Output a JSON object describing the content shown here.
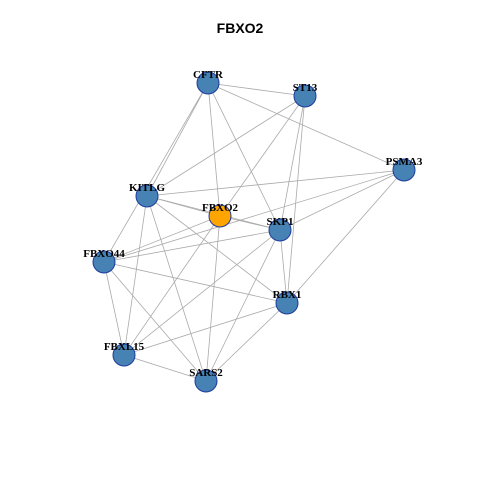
{
  "title": "FBXO2",
  "colors": {
    "node_fill": "#4682B4",
    "node_stroke": "#1E3A9E",
    "center_fill": "#FFA500",
    "edge": "#AAAAAA"
  },
  "nodes": [
    {
      "id": "CFTR",
      "label": "CFTR",
      "center": false
    },
    {
      "id": "ST13",
      "label": "ST13",
      "center": false
    },
    {
      "id": "PSMA3",
      "label": "PSMA3",
      "center": false
    },
    {
      "id": "KITLG",
      "label": "KITLG",
      "center": false
    },
    {
      "id": "FBXO2",
      "label": "FBXO2",
      "center": true
    },
    {
      "id": "SKP1",
      "label": "SKP1",
      "center": false
    },
    {
      "id": "FBXO44",
      "label": "FBXO44",
      "center": false
    },
    {
      "id": "RBX1",
      "label": "RBX1",
      "center": false
    },
    {
      "id": "FBXL15",
      "label": "FBXL15",
      "center": false
    },
    {
      "id": "SARS2",
      "label": "SARS2",
      "center": false
    }
  ],
  "edges": [
    [
      "CFTR",
      "ST13"
    ],
    [
      "CFTR",
      "PSMA3"
    ],
    [
      "CFTR",
      "KITLG"
    ],
    [
      "CFTR",
      "FBXO2"
    ],
    [
      "CFTR",
      "SKP1"
    ],
    [
      "CFTR",
      "FBXO44"
    ],
    [
      "ST13",
      "KITLG"
    ],
    [
      "ST13",
      "FBXO2"
    ],
    [
      "ST13",
      "SKP1"
    ],
    [
      "ST13",
      "RBX1"
    ],
    [
      "PSMA3",
      "KITLG"
    ],
    [
      "PSMA3",
      "SKP1"
    ],
    [
      "PSMA3",
      "RBX1"
    ],
    [
      "PSMA3",
      "FBXO44"
    ],
    [
      "KITLG",
      "FBXO2"
    ],
    [
      "KITLG",
      "SKP1"
    ],
    [
      "KITLG",
      "RBX1"
    ],
    [
      "KITLG",
      "FBXL15"
    ],
    [
      "KITLG",
      "SARS2"
    ],
    [
      "FBXO2",
      "SKP1"
    ],
    [
      "FBXO2",
      "FBXO44"
    ],
    [
      "FBXO2",
      "FBXL15"
    ],
    [
      "FBXO2",
      "SARS2"
    ],
    [
      "SKP1",
      "FBXO44"
    ],
    [
      "SKP1",
      "RBX1"
    ],
    [
      "SKP1",
      "FBXL15"
    ],
    [
      "SKP1",
      "SARS2"
    ],
    [
      "FBXO44",
      "RBX1"
    ],
    [
      "FBXO44",
      "FBXL15"
    ],
    [
      "FBXO44",
      "SARS2"
    ],
    [
      "RBX1",
      "FBXL15"
    ],
    [
      "RBX1",
      "SARS2"
    ],
    [
      "FBXL15",
      "SARS2"
    ]
  ]
}
